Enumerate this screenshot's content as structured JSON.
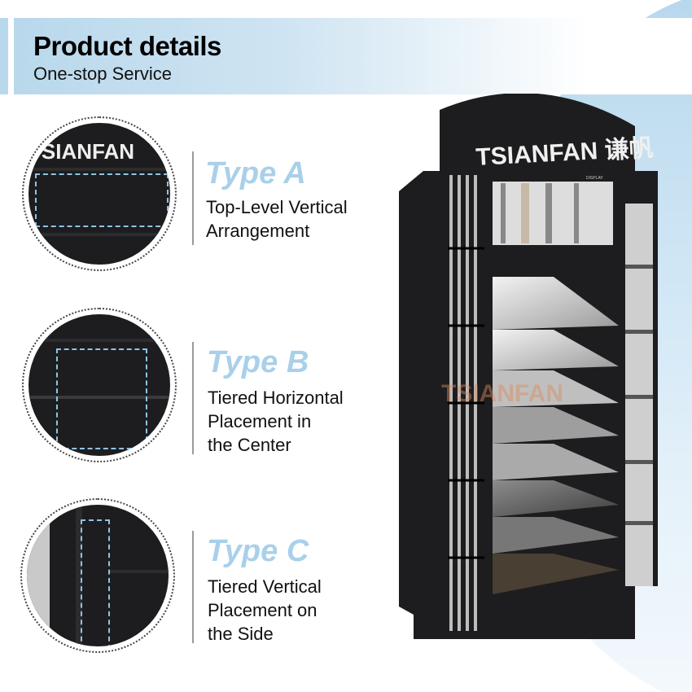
{
  "header": {
    "title": "Product details",
    "subtitle": "One-stop Service"
  },
  "types": [
    {
      "label": "Type A",
      "lines": [
        "Top-Level Vertical",
        "Arrangement"
      ]
    },
    {
      "label": "Type B",
      "lines": [
        "Tiered Horizontal",
        "Placement in",
        "the Center"
      ]
    },
    {
      "label": "Type C",
      "lines": [
        "Tiered Vertical",
        "Placement on",
        "the Side"
      ]
    }
  ],
  "brand": {
    "logo": "TSIANFAN",
    "cn": "谦帆",
    "sub": "DISPLAY",
    "watermark": "TSIANFAN"
  },
  "colors": {
    "accent": "#a9d0ea",
    "rack": "#1d1d1f"
  }
}
